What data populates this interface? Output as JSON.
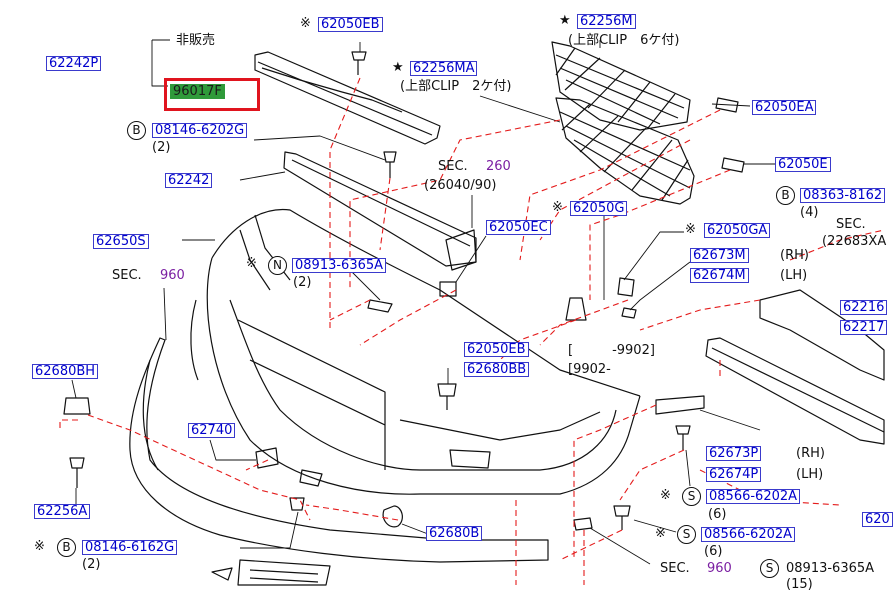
{
  "colors": {
    "part_link": "#0000cc",
    "section_number": "#7b1fa2",
    "highlight_fill": "#2f9a3a",
    "selection_frame": "#e0141e",
    "dash_line": "#e41b1b"
  },
  "icons": {
    "mark_b": "circled-letter-b",
    "mark_n": "circled-letter-n",
    "mark_s": "circled-letter-s",
    "kome": "kome-mark",
    "star": "star-mark"
  },
  "labels": {
    "not_for_sale": "非販売",
    "p96017F": "96017F",
    "p62242P": "62242P",
    "p62050EB_top": "62050EB",
    "p62256MA": "62256MA",
    "clip2_note": "(上部CLIP　2ケ付)",
    "p62256M": "62256M",
    "clip6_note": "(上部CLIP　6ケ付)",
    "p62050EA": "62050EA",
    "p62050E": "62050E",
    "p08146_6202G": "08146-6202G",
    "qty_2_a": "(2)",
    "sec_text": "SEC.",
    "sec260_num": "260",
    "sec260_ref": "(26040/90)",
    "p62242": "62242",
    "p08363_8162": "08363-8162",
    "qty_4": "(4)",
    "sec_22683_ref": "(22683XA",
    "p62650S": "62650S",
    "p62050EC": "62050EC",
    "p62050G": "62050G",
    "p62050GA": "62050GA",
    "p08913_6365A": "08913-6365A",
    "qty_2_b": "(2)",
    "sec960_num": "960",
    "p62673M": "62673M",
    "rh_1": "(RH)",
    "p62674M": "62674M",
    "lh_1": "(LH)",
    "p62216": "62216",
    "p62217": "62217",
    "p62680BH": "62680BH",
    "p62050EB_mid": "62050EB",
    "p62680BB": "62680BB",
    "range_1": "[　　　-9902]",
    "range_2": "[9902-",
    "p62740": "62740",
    "p62673P": "62673P",
    "rh_2": "(RH)",
    "p62674P": "62674P",
    "lh_2": "(LH)",
    "p08566_6202A_1": "08566-6202A",
    "qty_6_a": "(6)",
    "p08566_6202A_2": "08566-6202A",
    "qty_6_b": "(6)",
    "p62256A": "62256A",
    "p62680B": "62680B",
    "p08146_6162G": "08146-6162G",
    "qty_2_c": "(2)",
    "p08913_6365A_bottom": "08913-6365A",
    "qty_15": "(15)",
    "p620_cut": "620",
    "letter_b": "B",
    "letter_n": "N",
    "letter_s": "S",
    "kome": "※",
    "star": "★"
  }
}
